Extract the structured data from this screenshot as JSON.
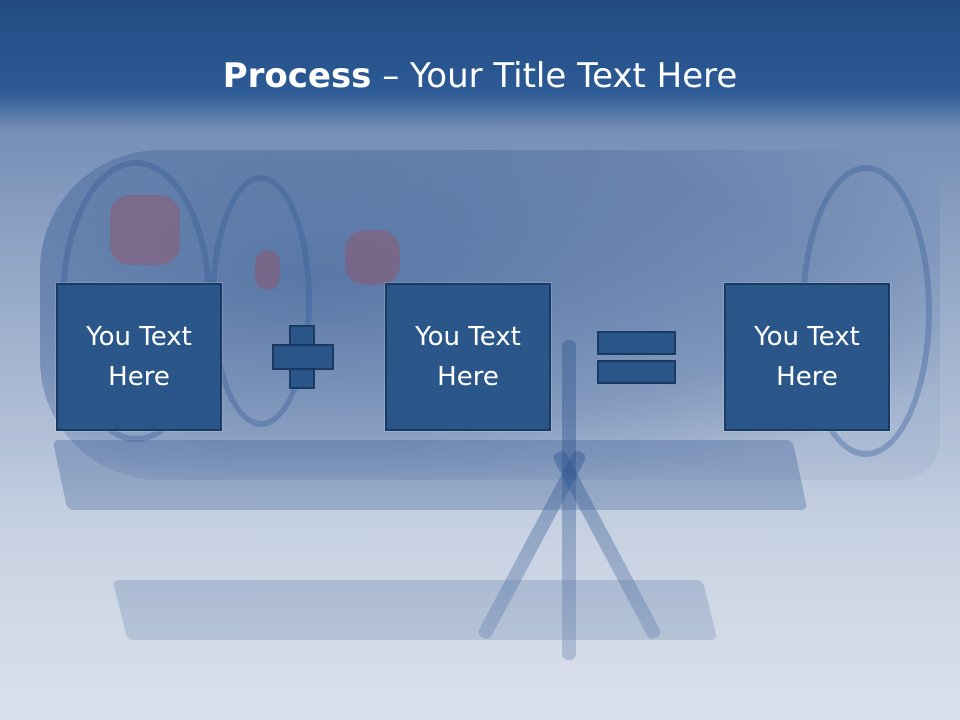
{
  "slide": {
    "title_bold": "Process",
    "title_rest": " – Your Title Text Here",
    "boxes": [
      {
        "line1": "You Text",
        "line2": "Here"
      },
      {
        "line1": "You Text",
        "line2": "Here"
      },
      {
        "line1": "You Text",
        "line2": "Here"
      }
    ],
    "operators": [
      "plus-icon",
      "equals-icon"
    ],
    "colors": {
      "title_bar": "#2c5a95",
      "box_fill": "#2b5689",
      "box_border": "#1a3a64",
      "text": "#ffffff"
    },
    "background_image": "jet-engine-photo"
  }
}
